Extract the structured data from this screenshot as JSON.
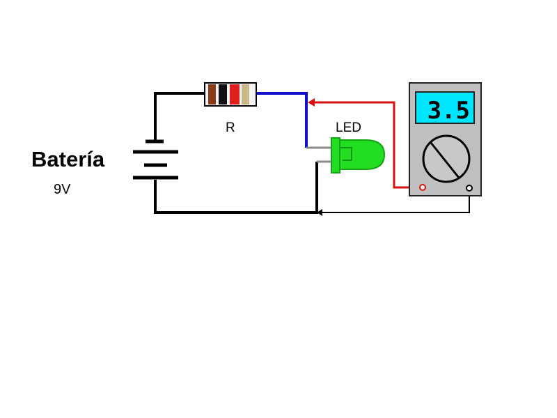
{
  "battery": {
    "title": "Batería",
    "voltage": "9V"
  },
  "resistor": {
    "label": "R",
    "bands": [
      "#8b3a1a",
      "#111111",
      "#e0201e",
      "#c8b88a"
    ]
  },
  "led": {
    "label": "LED",
    "color": "#22dd22"
  },
  "multimeter": {
    "reading": "3.5",
    "screen_color": "#00e5ff",
    "body_color": "#c0c0c0"
  },
  "wires": {
    "negative": "#000000",
    "positive": "#1010c8",
    "probe": "#d81010"
  }
}
